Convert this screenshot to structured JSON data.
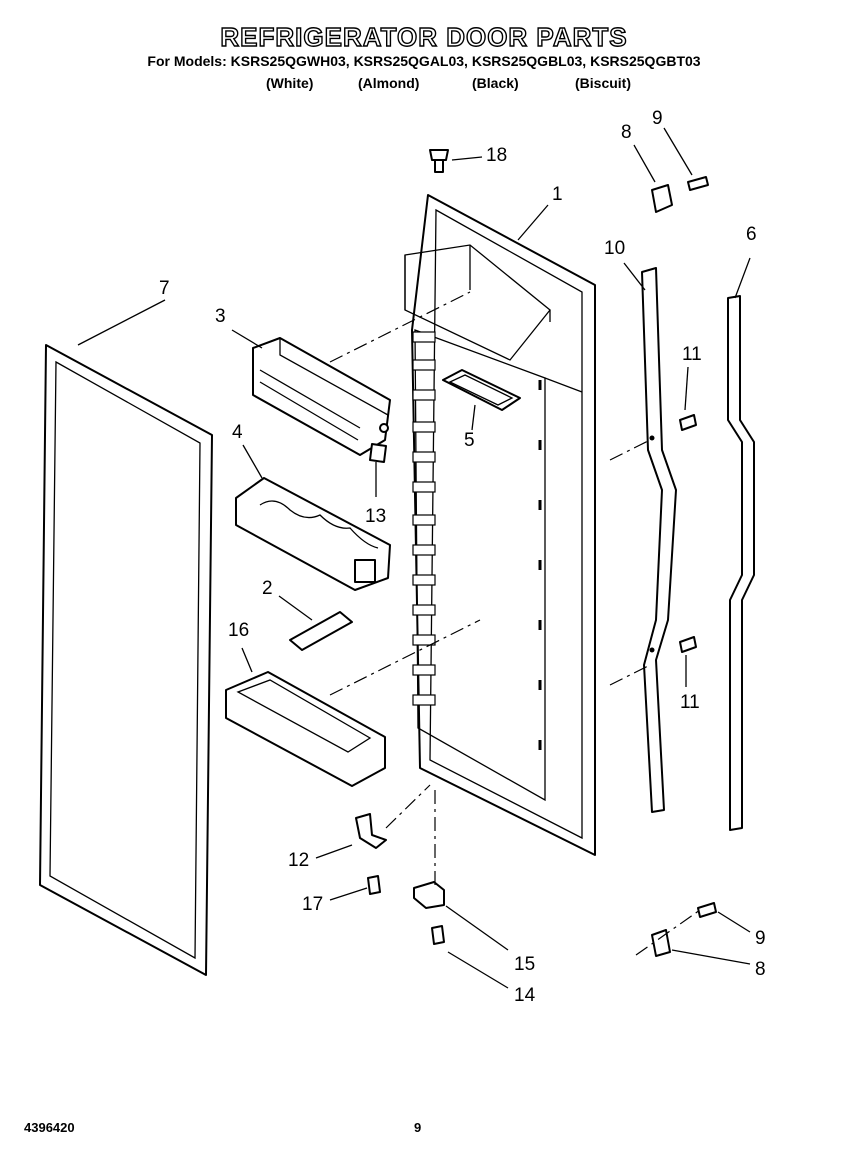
{
  "header": {
    "title": "REFRIGERATOR DOOR PARTS",
    "models_line": "For Models: KSRS25QGWH03, KSRS25QGAL03, KSRS25QGBL03, KSRS25QGBT03",
    "colors": [
      "(White)",
      "(Almond)",
      "(Black)",
      "(Biscuit)"
    ]
  },
  "callouts": {
    "c1": "1",
    "c2": "2",
    "c3": "3",
    "c4": "4",
    "c5": "5",
    "c6": "6",
    "c7": "7",
    "c8a": "8",
    "c8b": "8",
    "c9a": "9",
    "c9b": "9",
    "c10": "10",
    "c11a": "11",
    "c11b": "11",
    "c12": "12",
    "c13": "13",
    "c14": "14",
    "c15": "15",
    "c16": "16",
    "c17": "17",
    "c18": "18"
  },
  "footer": {
    "doc_number": "4396420",
    "page_number": "9"
  }
}
